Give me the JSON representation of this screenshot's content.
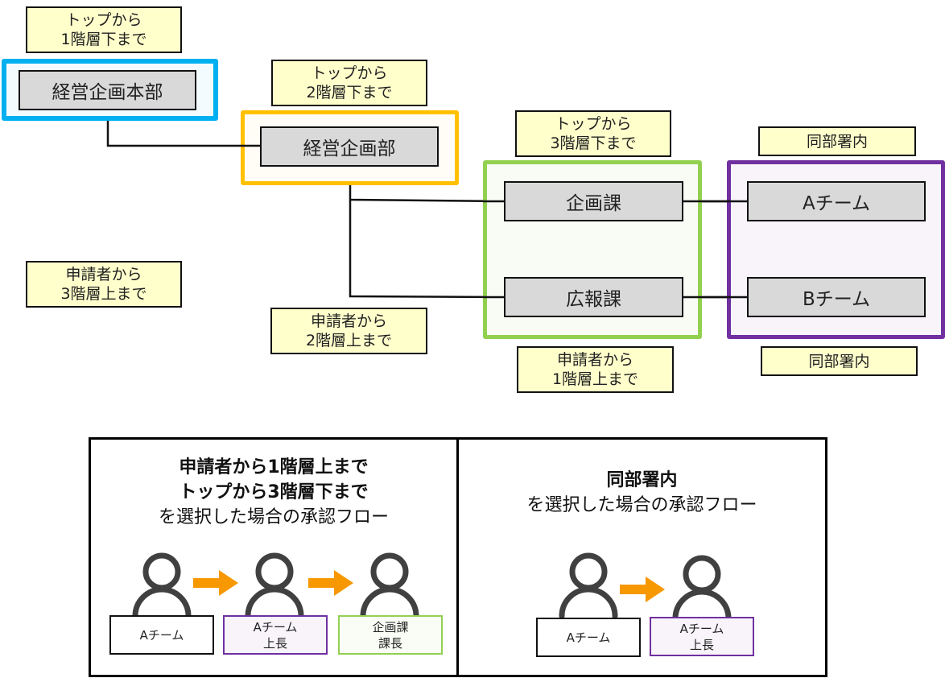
{
  "colors": {
    "top1_frame": "#00b0f0",
    "top2_frame": "#ffc000",
    "top3_frame": "#92d050",
    "same_dept_frame": "#7030a0",
    "note_fill": "#ffffcc",
    "node_fill": "#d9d9d9",
    "arrow": "#f79800",
    "person_icon": "#404040"
  },
  "org": {
    "nodes": {
      "hq": "経営企画本部",
      "dept": "経営企画部",
      "sec_planning": "企画課",
      "sec_pr": "広報課",
      "team_a": "Aチーム",
      "team_b": "Bチーム"
    },
    "notes": {
      "top_1_down": "トップから\n1階層下まで",
      "top_2_down": "トップから\n2階層下まで",
      "top_3_down": "トップから\n3階層下まで",
      "same_dept_top": "同部署内",
      "applicant_3_up": "申請者から\n3階層上まで",
      "applicant_2_up": "申請者から\n2階層上まで",
      "applicant_1_up": "申請者から\n1階層上まで",
      "same_dept_bottom": "同部署内"
    }
  },
  "flows": [
    {
      "title_bold": [
        "申請者から1階層上まで",
        "トップから3階層下まで"
      ],
      "title_normal": "を選択した場合の承認フロー",
      "steps": [
        {
          "label": "Aチーム",
          "style": "applicant"
        },
        {
          "label": "Aチーム\n上長",
          "style": "team"
        },
        {
          "label": "企画課\n課長",
          "style": "section"
        }
      ]
    },
    {
      "title_bold": [
        "同部署内"
      ],
      "title_normal": "を選択した場合の承認フロー",
      "steps": [
        {
          "label": "Aチーム",
          "style": "applicant"
        },
        {
          "label": "Aチーム\n上長",
          "style": "team"
        }
      ]
    }
  ]
}
